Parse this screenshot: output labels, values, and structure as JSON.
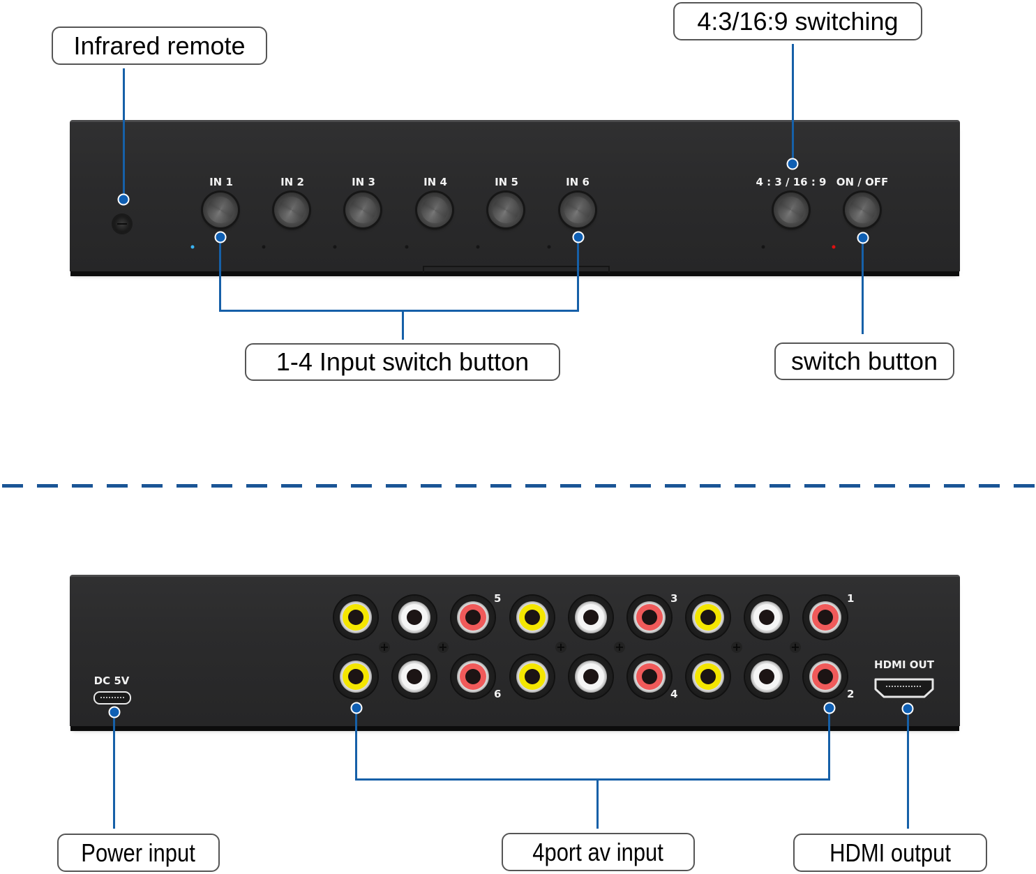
{
  "callouts": {
    "infrared_remote": "Infrared remote",
    "aspect_switching": "4:3/16:9 switching",
    "input_switch_button": "1-4 Input switch button",
    "switch_button": "switch button",
    "power_input": "Power input",
    "av_input": "4port av input",
    "hdmi_output": "HDMI output"
  },
  "front_panel": {
    "input_buttons": [
      {
        "label": "IN 1"
      },
      {
        "label": "IN 2"
      },
      {
        "label": "IN 3"
      },
      {
        "label": "IN 4"
      },
      {
        "label": "IN 5"
      },
      {
        "label": "IN 6"
      }
    ],
    "aspect_button": {
      "label": "4 : 3 / 16 : 9"
    },
    "power_button": {
      "label": "ON / OFF"
    },
    "indicator_colors": {
      "active_input": "#3ab4f2",
      "power": "#e01010",
      "off": "#151515"
    }
  },
  "rear_panel": {
    "power_port_label": "DC 5V",
    "hdmi_port_label": "HDMI OUT",
    "port_numbers": {
      "top": [
        "5",
        "3",
        "1"
      ],
      "bottom": [
        "6",
        "4",
        "2"
      ]
    },
    "jack_colors": {
      "yellow": "#f4e600",
      "white": "#f5f5f5",
      "red": "#f05a5a"
    },
    "jack_rows": [
      [
        "yellow",
        "white",
        "red",
        "yellow",
        "white",
        "red",
        "yellow",
        "white",
        "red"
      ],
      [
        "yellow",
        "white",
        "red",
        "yellow",
        "white",
        "red",
        "yellow",
        "white",
        "red"
      ]
    ]
  },
  "accent_color": "#1660a8"
}
